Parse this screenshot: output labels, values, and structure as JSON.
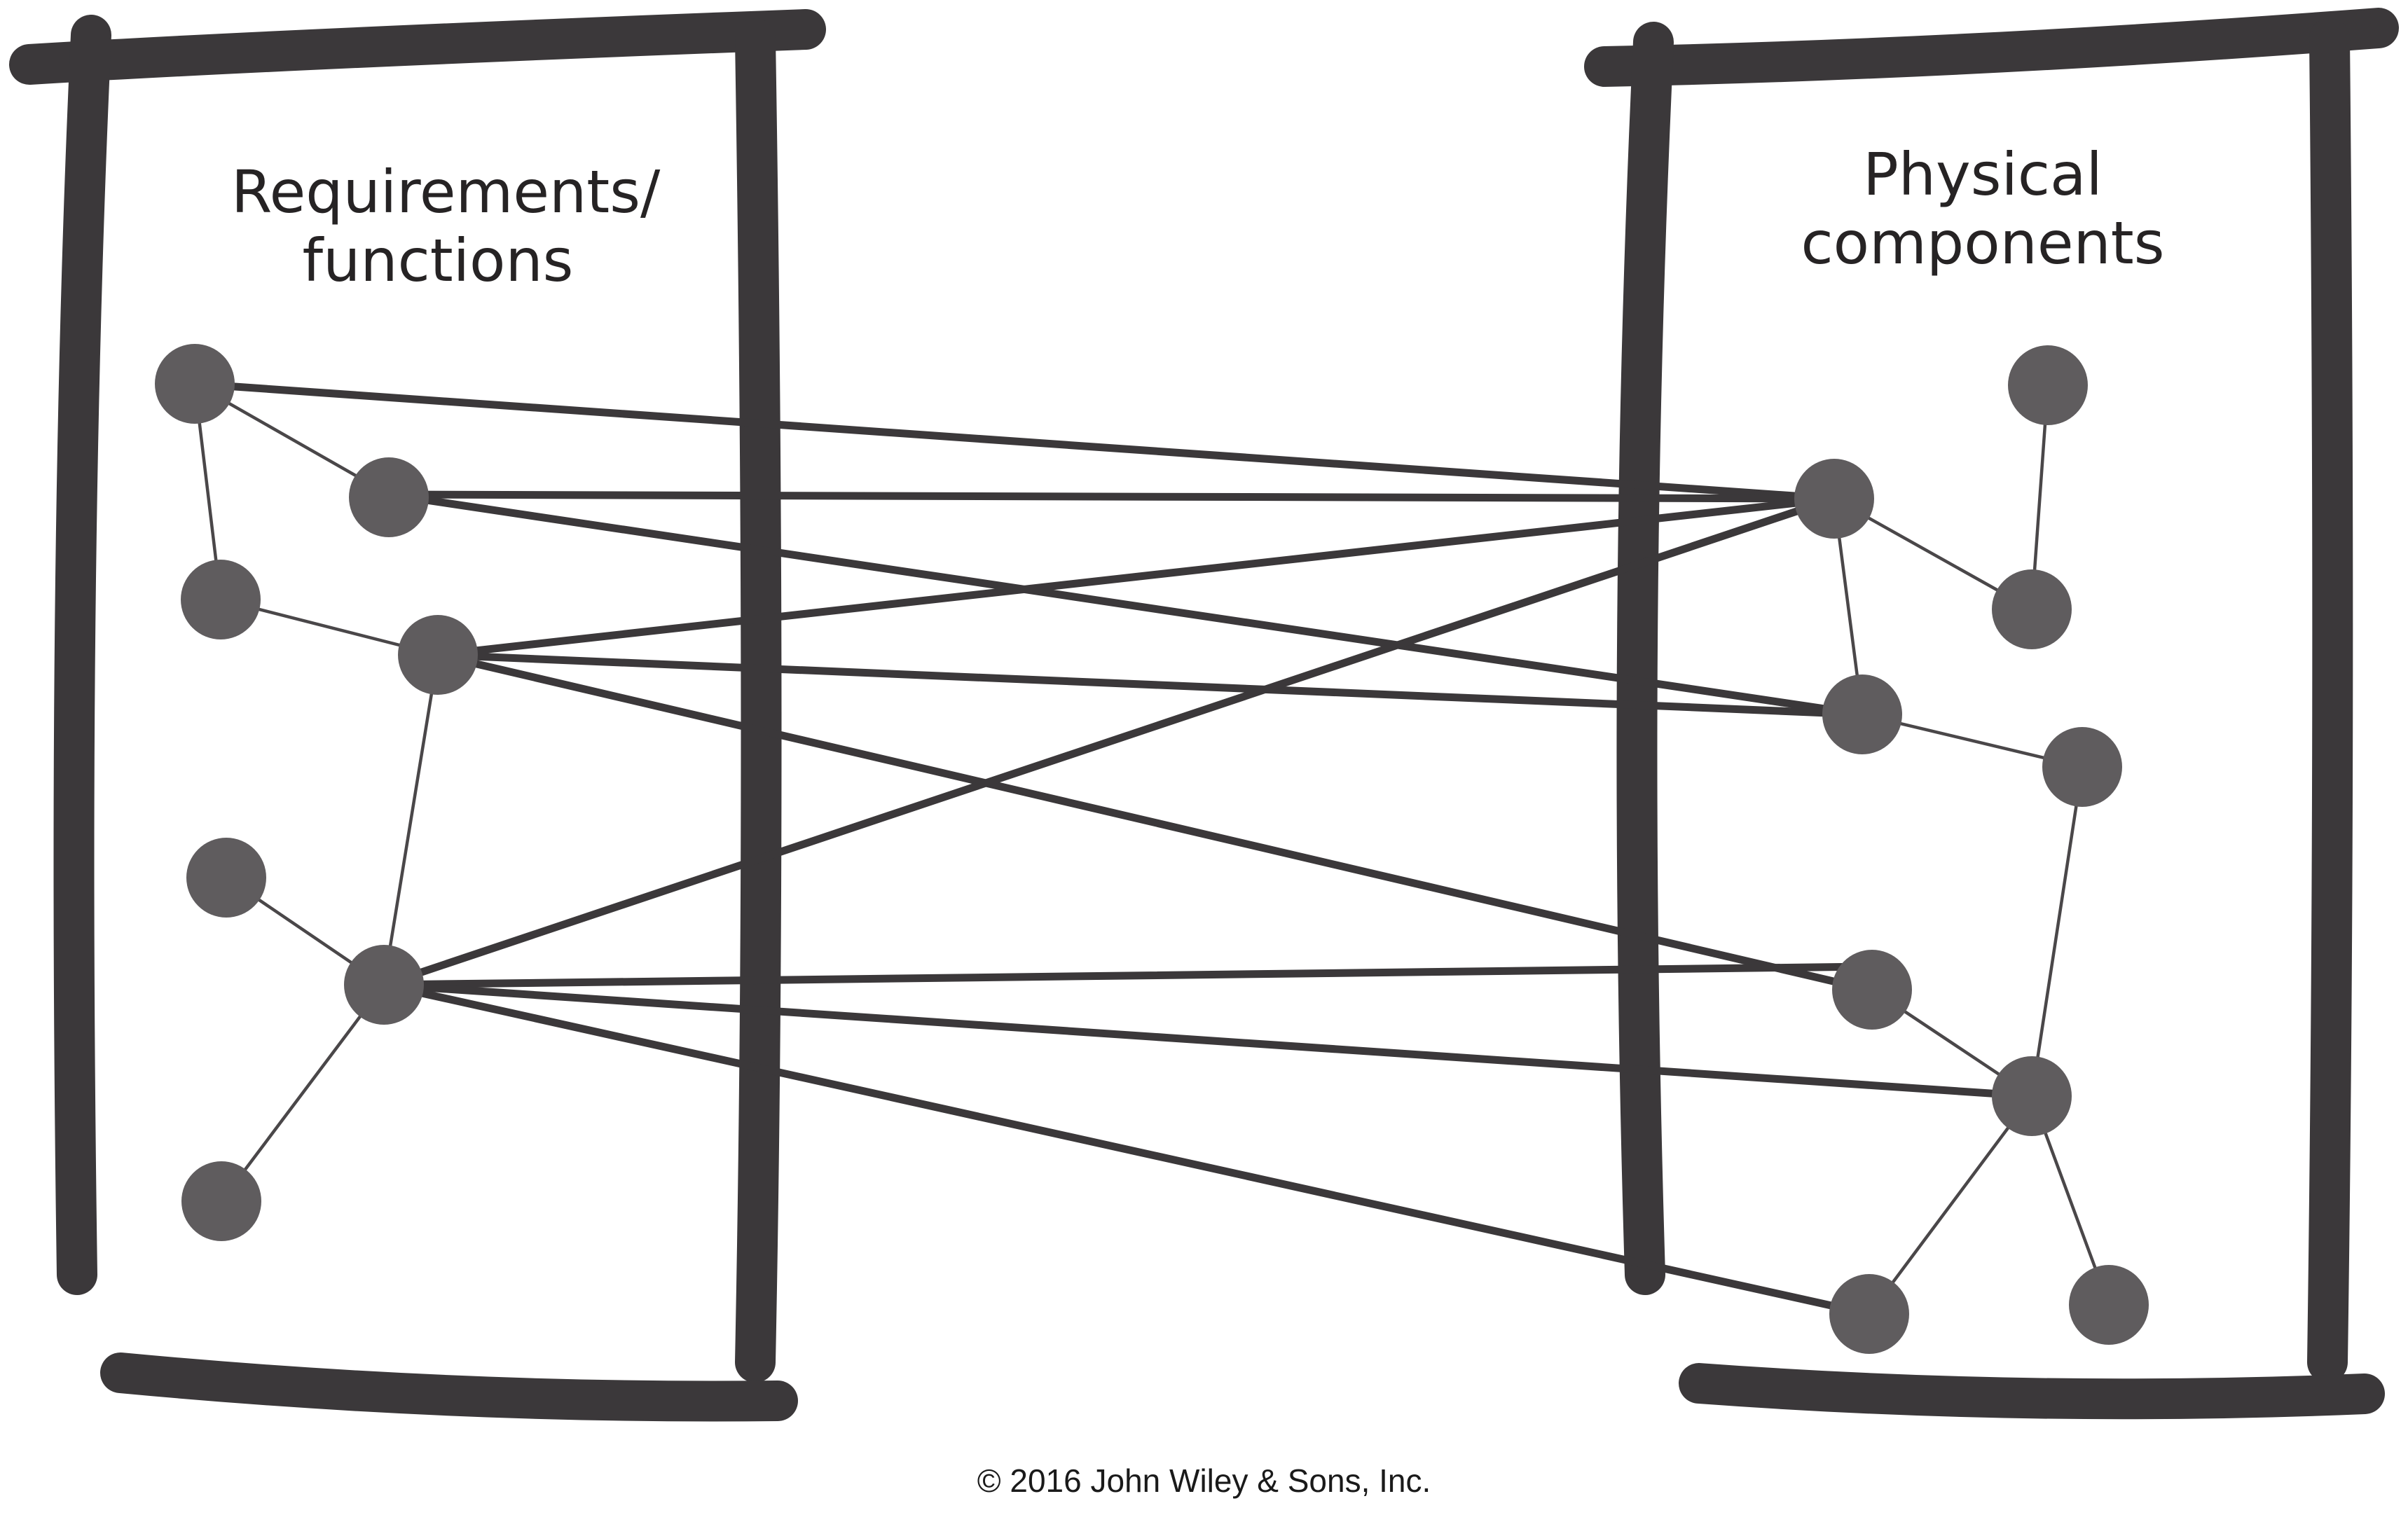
{
  "left_box": {
    "label_line1": "Requirements/",
    "label_line2": "functions"
  },
  "right_box": {
    "label_line1": "Physical",
    "label_line2": "components"
  },
  "copyright": "© 2016 John Wiley & Sons, Inc.",
  "colors": {
    "frame": "#3b383a",
    "node": "#5f5c5e",
    "text": "#262324"
  }
}
